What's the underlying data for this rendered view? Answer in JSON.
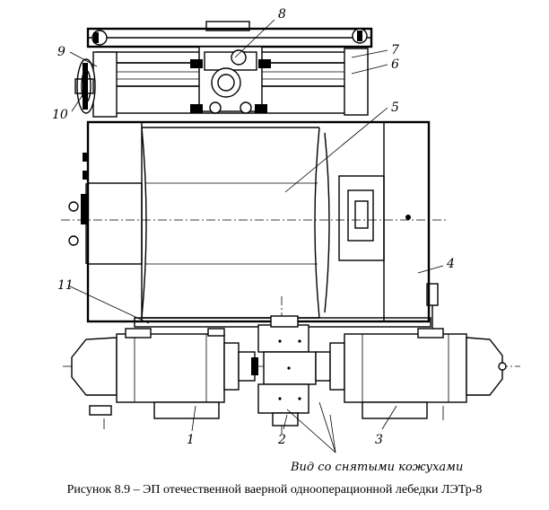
{
  "figure": {
    "labels": [
      "1",
      "2",
      "3",
      "4",
      "5",
      "6",
      "7",
      "8",
      "9",
      "10",
      "11"
    ],
    "view_note": "Вид со снятыми кожухами",
    "caption": "Рисунок 8.9 – ЭП отечественной ваерной однооперационной лебедки ЛЭТр-8"
  }
}
